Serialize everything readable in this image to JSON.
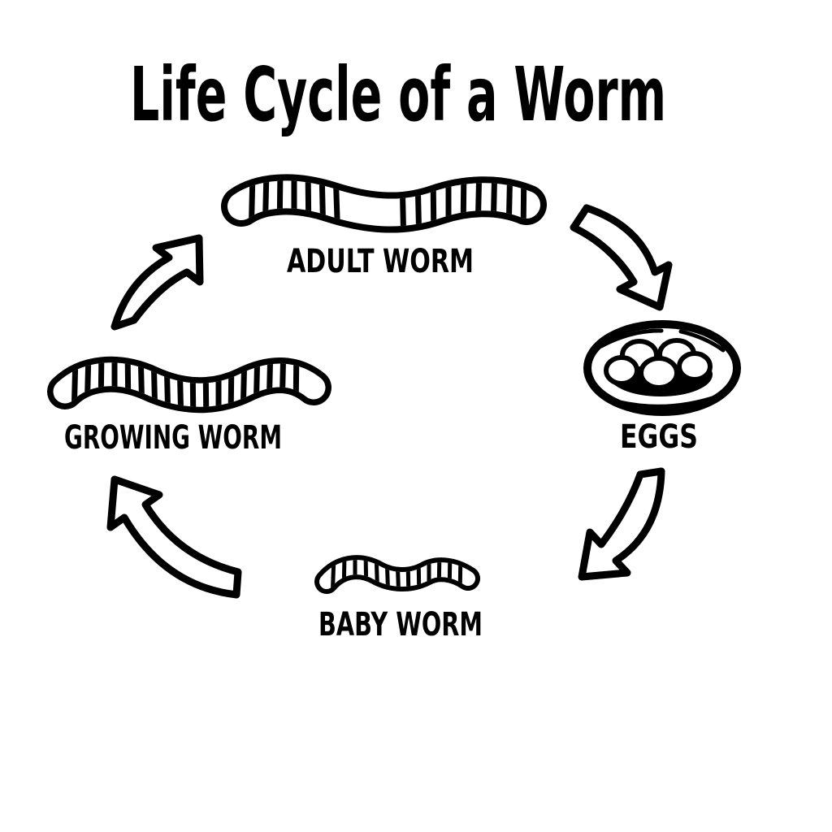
{
  "title": "Life Cycle of a Worm",
  "colors": {
    "ink": "#000000",
    "background": "#ffffff"
  },
  "cycle": {
    "stages": [
      {
        "label": "ADULT WORM",
        "icon": "adult-worm-icon"
      },
      {
        "label": "EGGS",
        "icon": "eggs-nest-icon"
      },
      {
        "label": "BABY WORM",
        "icon": "baby-worm-icon"
      },
      {
        "label": "GROWING WORM",
        "icon": "growing-worm-icon"
      }
    ],
    "arrows": [
      {
        "name": "adult-worm-to-eggs",
        "direction": "down-right"
      },
      {
        "name": "eggs-to-baby-worm",
        "direction": "down-left"
      },
      {
        "name": "baby-worm-to-growing-worm",
        "direction": "up-left"
      },
      {
        "name": "growing-worm-to-adult-worm",
        "direction": "up-right"
      }
    ]
  }
}
